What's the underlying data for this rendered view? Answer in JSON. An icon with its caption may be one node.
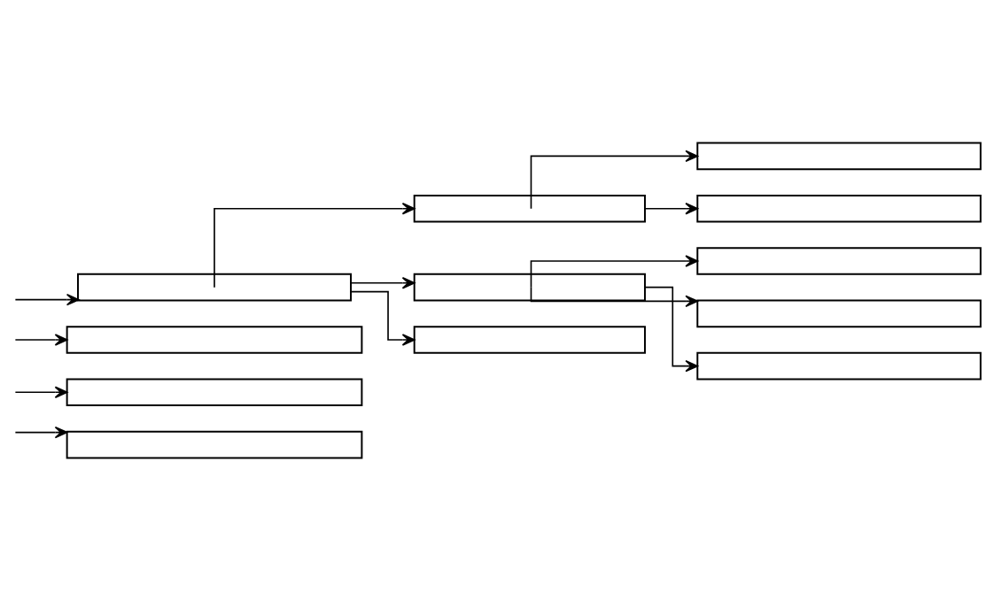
{
  "diagram": {
    "nodes": [
      {
        "text": [],
        "shape": "box"
      },
      {
        "text": [],
        "shape": "box"
      },
      {
        "text": [],
        "shape": "box"
      },
      {
        "text": [],
        "shape": "box"
      },
      {
        "text": [],
        "shape": "box"
      },
      {
        "text": [],
        "shape": "box"
      },
      {
        "text": [],
        "shape": "box"
      },
      {
        "text": [],
        "shape": "box"
      },
      {
        "text": [],
        "shape": "box"
      },
      {
        "text": [],
        "shape": "box"
      },
      {
        "text": [],
        "shape": "box"
      },
      {
        "text": [],
        "shape": "box"
      }
    ],
    "edges": [
      {
        "from": null,
        "to": 0,
        "arrow": "to"
      },
      {
        "from": 0,
        "to": 1,
        "arrow": "to"
      },
      {
        "from": 1,
        "to": 2,
        "arrow": "to"
      },
      {
        "from": 1,
        "to": 3,
        "arrow": "to"
      },
      {
        "from": 0,
        "to": 4,
        "arrow": "to"
      },
      {
        "from": 4,
        "to": 5,
        "arrow": "to"
      },
      {
        "from": 4,
        "to": 6,
        "arrow": "to"
      },
      {
        "from": 4,
        "to": 7,
        "arrow": "to"
      },
      {
        "from": 0,
        "to": 8,
        "arrow": "to"
      },
      {
        "from": null,
        "to": 9,
        "arrow": "to"
      },
      {
        "from": null,
        "to": 10,
        "arrow": "to"
      },
      {
        "from": null,
        "to": 11,
        "arrow": "to"
      }
    ]
  }
}
